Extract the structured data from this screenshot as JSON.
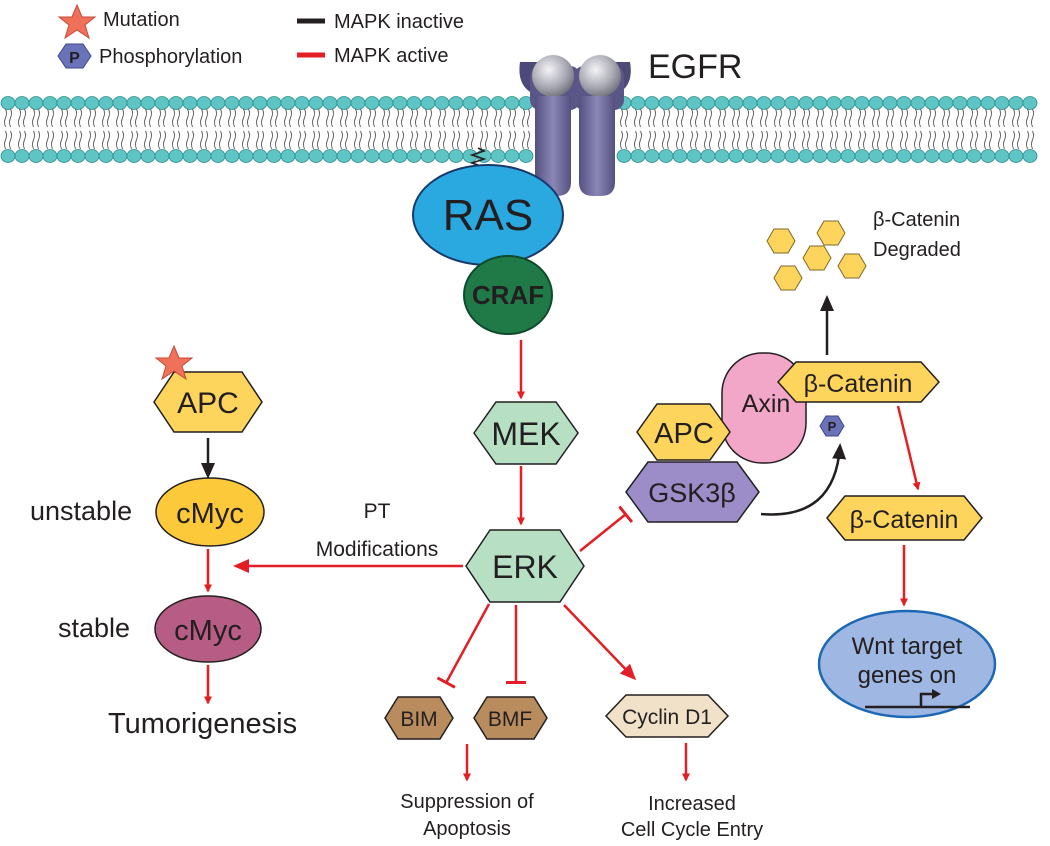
{
  "legend": {
    "mutation": "Mutation",
    "phosphorylation": "Phosphorylation",
    "phospho_symbol": "P",
    "inactive": "MAPK inactive",
    "active": "MAPK active"
  },
  "receptor": {
    "label": "EGFR"
  },
  "nodes": {
    "ras": "RAS",
    "craf": "CRAF",
    "mek": "MEK",
    "erk": "ERK",
    "apc_left": "APC",
    "cmyc_unstable": "cMyc",
    "cmyc_stable": "cMyc",
    "apc_complex": "APC",
    "gsk3b": "GSK3β",
    "axin": "Axin",
    "bcat_complex": "β-Catenin",
    "bcat_free": "β-Catenin",
    "bim": "BIM",
    "bmf": "BMF",
    "cyclin": "Cyclin D1",
    "p_badge": "P"
  },
  "text": {
    "unstable": "unstable",
    "stable": "stable",
    "tumorigenesis": "Tumorigenesis",
    "pt_line1": "PT",
    "pt_line2": "Modifications",
    "bcat_deg_line1": "β-Catenin",
    "bcat_deg_line2": "Degraded",
    "apop_line1": "Suppression of",
    "apop_line2": "Apoptosis",
    "cycle_line1": "Increased",
    "cycle_line2": "Cell Cycle Entry",
    "wnt_line1": "Wnt target",
    "wnt_line2": "genes on"
  },
  "colors": {
    "active": "#e31e24",
    "inactive": "#231f20",
    "membrane_head": "#5ec4c4",
    "receptor": "#6e6a9a",
    "ras": "#2aa8e0",
    "craf": "#1f7a48",
    "mek": "#b6dfc3",
    "apc": "#fdd45c",
    "cmyc_unstable": "#fcc93a",
    "cmyc_stable": "#b65c85",
    "gsk3b": "#9c8cc7",
    "axin": "#f2a6c8",
    "bim_bmf": "#b98c5e",
    "cyclin": "#f1e1c8",
    "wnt": "#9fb7e3",
    "mutation_star": "#f0715a",
    "phospho": "#6a73b8"
  }
}
